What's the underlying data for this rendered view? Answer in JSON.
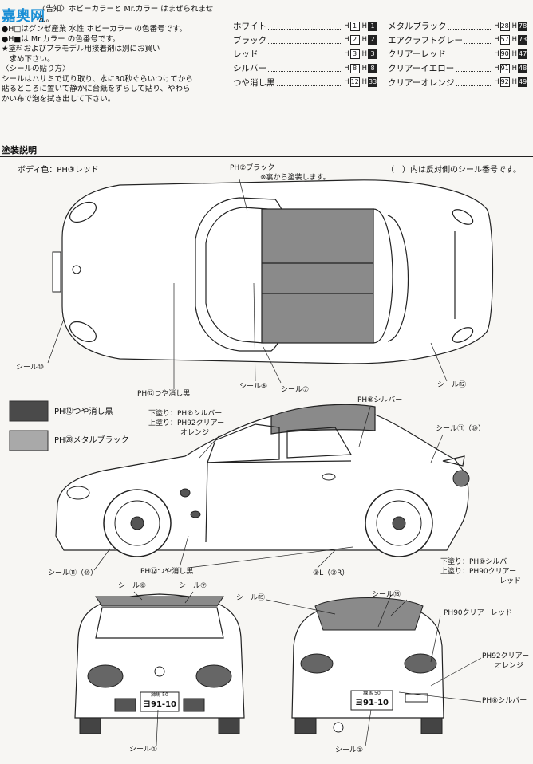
{
  "header": {
    "watermark": "嘉奥网",
    "note_line1": "〈告知〉ホビーカラーと Mr.カラー はまぜられません。",
    "note_line2": "●H□はグンゼ産業 水性 ホビーカラー の色番号です。",
    "note_line3": "●H■は Mr.カラー の色番号です。",
    "note_line4": "★塗料およびプラモデル用接着剤は別にお買い",
    "note_line5": "　求め下さい。",
    "sticker_heading": "〈シールの貼り方〉",
    "sticker_line1": "シールはハサミで切り取り、水に30秒ぐらいつけてから",
    "sticker_line2": "貼るところに置いて静かに台紙をずらして貼り、やわら",
    "sticker_line3": "かい布で泡を拭き出して下さい。"
  },
  "paint_table": {
    "left": [
      {
        "name": "ホワイト",
        "h_code": "1",
        "mr_code": "1"
      },
      {
        "name": "ブラック",
        "h_code": "2",
        "mr_code": "2"
      },
      {
        "name": "レッド",
        "h_code": "3",
        "mr_code": "3"
      },
      {
        "name": "シルバー",
        "h_code": "8",
        "mr_code": "8"
      },
      {
        "name": "つや消し黒",
        "h_code": "12",
        "mr_code": "33"
      }
    ],
    "right": [
      {
        "name": "メタルブラック",
        "h_code": "28",
        "mr_code": "78"
      },
      {
        "name": "エアクラフトグレー",
        "h_code": "57",
        "mr_code": "73"
      },
      {
        "name": "クリアーレッド",
        "h_code": "90",
        "mr_code": "47"
      },
      {
        "name": "クリアーイエロー",
        "h_code": "91",
        "mr_code": "48"
      },
      {
        "name": "クリアーオレンジ",
        "h_code": "92",
        "mr_code": "49"
      }
    ],
    "h_label": "H"
  },
  "section": {
    "title": "塗装説明",
    "body_color": "ボディ色：PH③レッド",
    "reverse_note": "（　）内は反対側のシール番号です。"
  },
  "labels": {
    "top_black": "PH②ブラック",
    "top_black_note": "※裏から塗装します。",
    "sticker_10": "シール⑩",
    "sticker_12": "シール⑫",
    "matte_black_top": "PH⑫つや消し黒",
    "sticker_6_top": "シール⑥",
    "sticker_7_top": "シール⑦",
    "swatch1_label": "PH⑫つや消し黒",
    "swatch2_label": "PH㉘メタルブラック",
    "silver_top": "PH⑧シルバー",
    "under_coat": "下塗り：PH⑧シルバー",
    "top_coat": "上塗り：PH92クリアー",
    "top_coat2": "オレンジ",
    "sticker_11_side": "シール⑪（⑩）",
    "sticker_11_bottom": "シール⑪（⑩）",
    "matte_black_side": "PH⑫つや消し黒",
    "sticker_3": "③L（③R）",
    "rear_under": "下塗り：PH⑧シルバー",
    "rear_top": "上塗り：PH90クリアー",
    "rear_top2": "レッド",
    "sticker_6_front": "シール⑥",
    "sticker_7_front": "シール⑦",
    "sticker_15": "シール⑮",
    "sticker_13": "シール⑬",
    "clear_red": "PH90クリアーレッド",
    "clear_orange": "PH92クリアー",
    "clear_orange2": "オレンジ",
    "silver_rear": "PH⑧シルバー",
    "sticker_1_front": "シール①",
    "sticker_1_rear": "シール①",
    "plate_front": "ヨ91-10",
    "plate_rear": "ヨ91-10",
    "plate_small": "練馬 50"
  },
  "colors": {
    "matte_black": "#4a4a4a",
    "metal_black": "#a9a9a9",
    "roof": "#8a8a8a"
  }
}
